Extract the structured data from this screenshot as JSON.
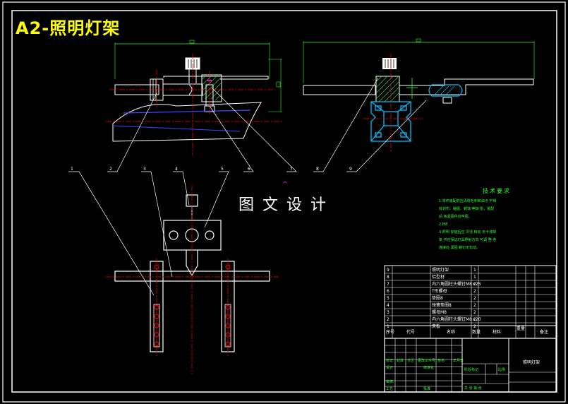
{
  "title": "A2-照明灯架",
  "watermark": "图文设计",
  "balloons": [
    "1",
    "2",
    "3",
    "4",
    "5",
    "6",
    "7",
    "8",
    "9"
  ],
  "technical_requirements": {
    "heading": "技术要求",
    "lines": [
      "1.零件装配前应清除毛刺和油污 不得",
      "有划伤、磕碰、锈蚀 等缺 陷，装配",
      "后 各紧固件应牢固。",
      "2.M8",
      "3.照明  安装后应 灵活 转动 无卡滞现",
      "象 并应保证灯具照射方向 可调 整 各",
      "连接处 紧固 螺钉无松动。"
    ]
  },
  "bom": {
    "rows": [
      {
        "no": "9",
        "name": "照明灯架",
        "qty": "1"
      },
      {
        "no": "8",
        "name": "铝型材",
        "qty": "1"
      },
      {
        "no": "7",
        "name": "内六角圆柱头螺钉M8×25",
        "qty": "2"
      },
      {
        "no": "6",
        "name": "T形螺母",
        "qty": "2"
      },
      {
        "no": "5",
        "name": "垫圈8",
        "qty": "2"
      },
      {
        "no": "4",
        "name": "弹簧垫圈8",
        "qty": "2"
      },
      {
        "no": "3",
        "name": "螺母M8",
        "qty": "2"
      },
      {
        "no": "2",
        "name": "内六角圆柱头螺钉M8×20",
        "qty": "2"
      },
      {
        "no": "1",
        "name": "夹板",
        "qty": "2"
      }
    ],
    "header": {
      "no": "序号",
      "code": "代号",
      "name": "名称",
      "qty": "数量",
      "material": "材料",
      "weight": "重量",
      "remark": "备注"
    }
  },
  "title_block": {
    "drawing_name": "照明灯架",
    "stage": "阶段标记",
    "scale": "比例",
    "sheet": "共  张  第  张",
    "rows": [
      "标记",
      "处数",
      "分区",
      "更改文件号",
      "签名",
      "年月日"
    ],
    "design": "设计",
    "standard": "标准化",
    "review": "审核",
    "process": "工艺",
    "approve": "批准"
  },
  "colors": {
    "frame": "#ffffff",
    "title": "#ffff00",
    "dimension": "#33ff33",
    "centerline": "#ff0000",
    "profile": "#00bfff",
    "hatch": "#33cc33",
    "marker": "#ff00ff"
  }
}
